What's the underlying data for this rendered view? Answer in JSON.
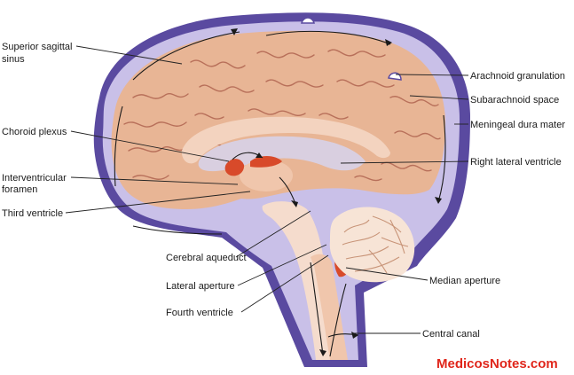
{
  "labels": {
    "superior_sagittal_sinus": [
      "Superior sagittal",
      "sinus"
    ],
    "choroid_plexus": "Choroid plexus",
    "interventricular_foramen": [
      "Interventricular",
      "foramen"
    ],
    "third_ventricle": "Third ventricle",
    "cerebral_aqueduct": "Cerebral aqueduct",
    "lateral_aperture": "Lateral aperture",
    "fourth_ventricle": "Fourth ventricle",
    "arachnoid_granulation": "Arachnoid granulation",
    "subarachnoid_space": "Subarachnoid space",
    "meningeal_dura_mater": "Meningeal dura mater",
    "right_lateral_ventricle": "Right lateral ventricle",
    "median_aperture": "Median aperture",
    "central_canal": "Central canal"
  },
  "watermark": "MedicosNotes.com",
  "colors": {
    "dura": "#5a4aa0",
    "csf": "#c9c0e8",
    "brain": "#e8b595",
    "sulci": "#b8705a",
    "choroid": "#d84a2a",
    "watermark": "#e0261b"
  }
}
